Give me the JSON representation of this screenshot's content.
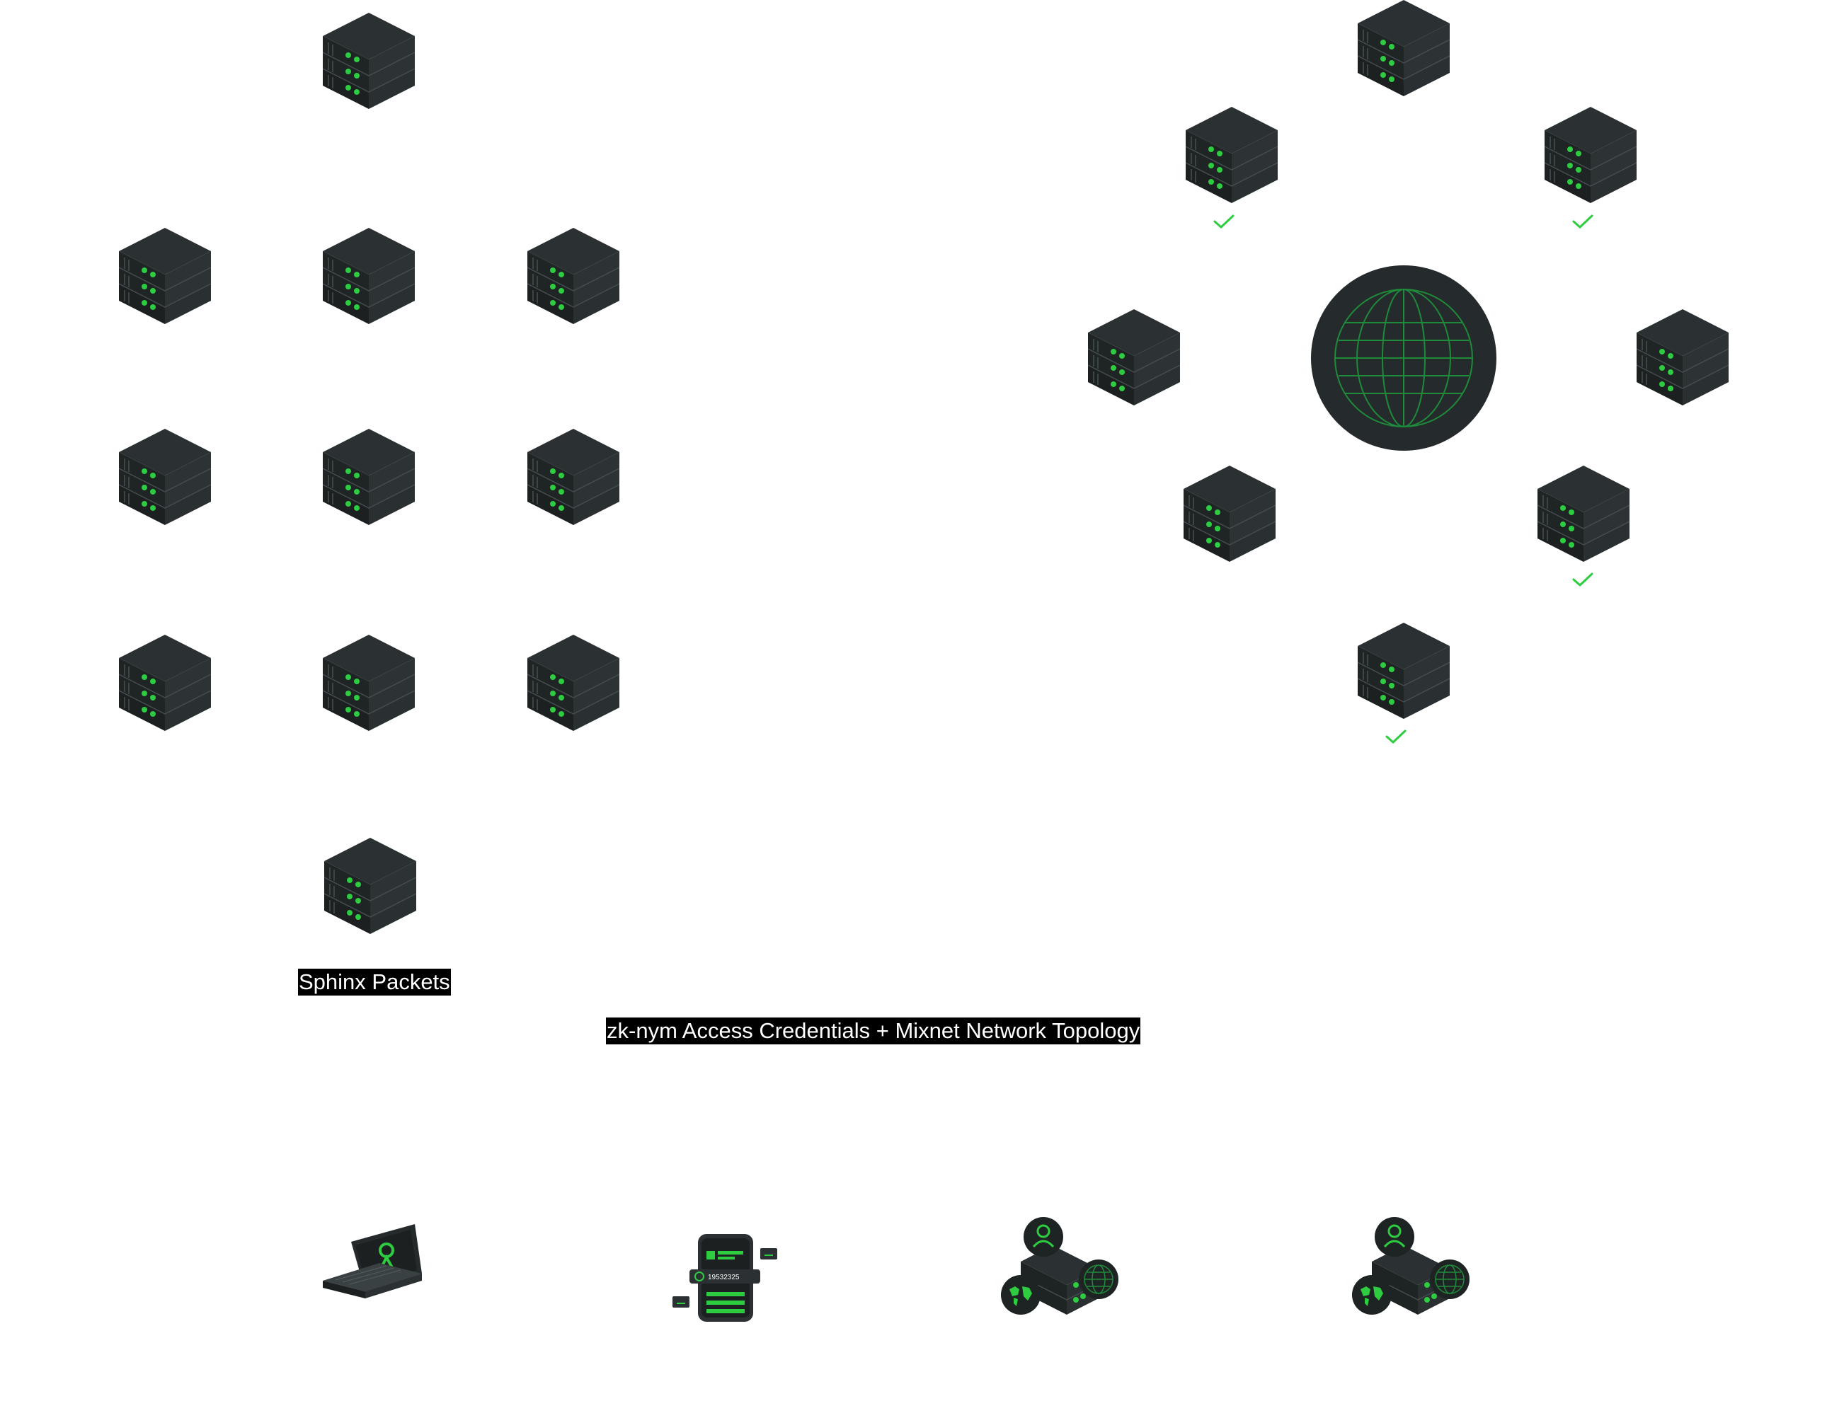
{
  "labels": {
    "sphinx_packets": "Sphinx Packets",
    "zk_nym": "zk-nym Access Credentials + Mixnet Network Topology"
  },
  "icons": {
    "server": "server-stack-icon",
    "globe": "globe-icon",
    "check": "checkmark-icon",
    "laptop": "laptop-icon",
    "phone": "phone-wallet-icon",
    "gateway": "gateway-server-icon"
  },
  "colors": {
    "accent_green": "#2ecc40",
    "server_dark": "#252a2b",
    "label_bg": "#000000",
    "label_text": "#ffffff"
  },
  "wallet": {
    "balance_text": "19532325"
  }
}
